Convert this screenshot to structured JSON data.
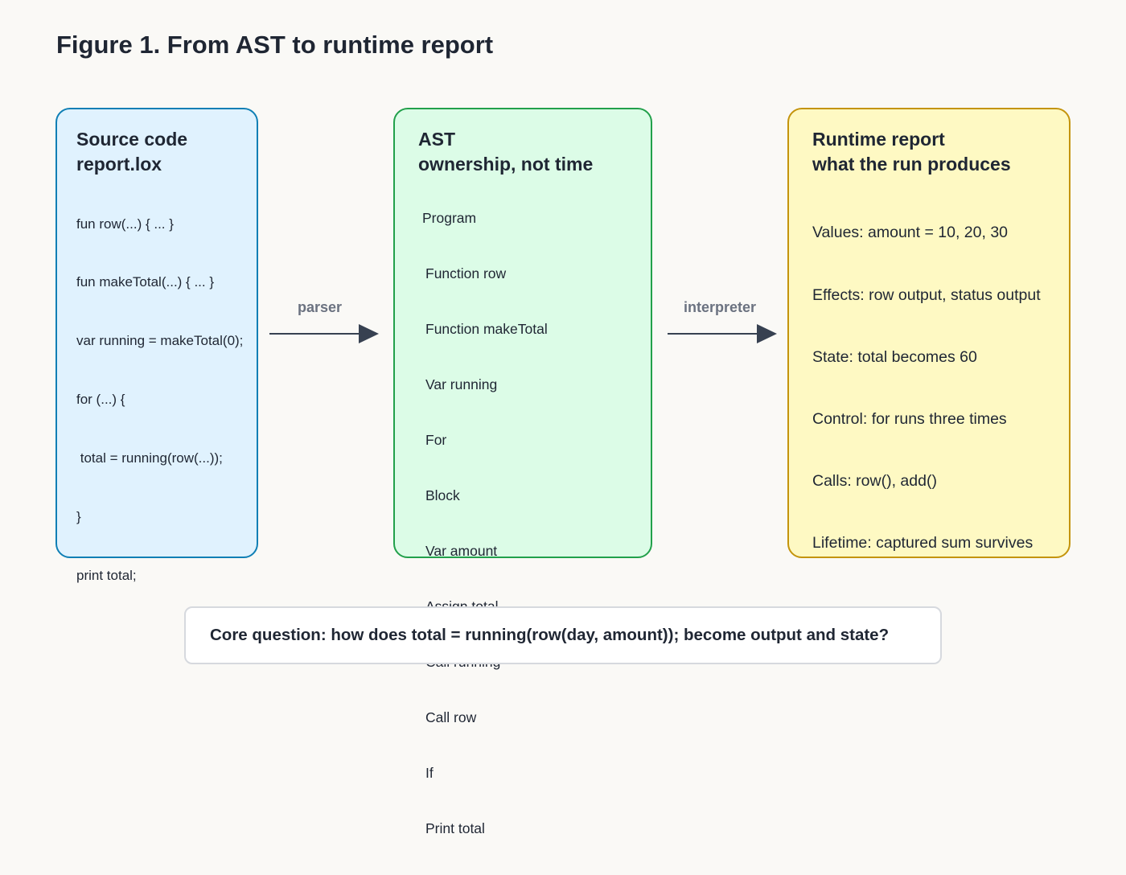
{
  "figure": {
    "title": "Figure 1. From AST to runtime report"
  },
  "panels": {
    "source": {
      "heading_line1": "Source code",
      "heading_line2": "report.lox",
      "lines": [
        "fun row(...) { ... }",
        "fun makeTotal(...) { ... }",
        "var running = makeTotal(0);",
        "for (...) {",
        " total = running(row(...));",
        "}",
        "print total;"
      ]
    },
    "ast": {
      "heading_line1": "AST",
      "heading_line2": "ownership, not time",
      "nodes": [
        "Program",
        "Function row",
        "Function makeTotal",
        "Var running",
        "For",
        "Block",
        "Var amount",
        "Assign total",
        "Call running",
        "Call row",
        "If",
        "Print total"
      ]
    },
    "runtime": {
      "heading_line1": "Runtime report",
      "heading_line2": "what the run produces",
      "lines": [
        "Values: amount = 10, 20, 30",
        "Effects: row output, status output",
        "State: total becomes 60",
        "Control: for runs three times",
        "Calls: row(), add()",
        "Lifetime: captured sum survives"
      ]
    }
  },
  "arrows": {
    "parser_label": "parser",
    "interpreter_label": "interpreter"
  },
  "question": {
    "text": "Core question: how does total = running(row(day, amount)); become output and state?"
  },
  "colors": {
    "source_fill": "#e0f2fe",
    "source_border": "#0f7fb5",
    "ast_fill": "#dcfce7",
    "ast_border": "#22a04b",
    "runtime_fill": "#fef9c3",
    "runtime_border": "#c4940c",
    "arrow": "#374151"
  }
}
